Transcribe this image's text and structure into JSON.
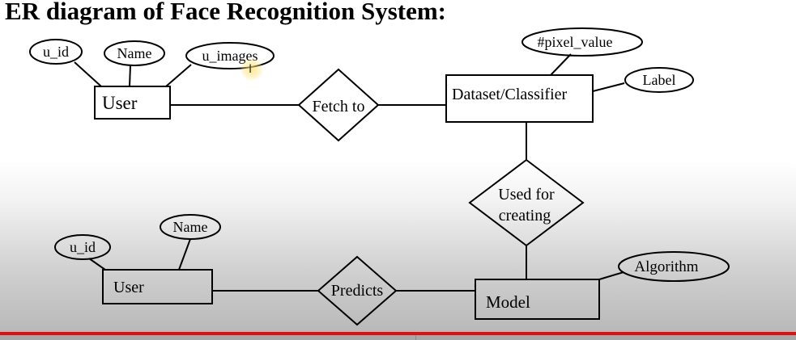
{
  "title": "ER diagram of Face Recognition System:",
  "entities": {
    "user_top": "User",
    "dataset": "Dataset/Classifier",
    "user_bottom": "User",
    "model": "Model"
  },
  "relationships": {
    "fetch_to": "Fetch to",
    "used_for_line1": "Used for",
    "used_for_line2": "creating",
    "predicts": "Predicts"
  },
  "attributes": {
    "top_uid": "u_id",
    "top_name": "Name",
    "top_uimages": "u_images",
    "pixel_value": "#pixel_value",
    "label": "Label",
    "bottom_uid": "u_id",
    "bottom_name": "Name",
    "algorithm": "Algorithm"
  },
  "cursor_glyph": "I",
  "colors": {
    "line": "#000000",
    "progress_bar": "#e01010",
    "cursor_highlight": "#ffe06e"
  }
}
